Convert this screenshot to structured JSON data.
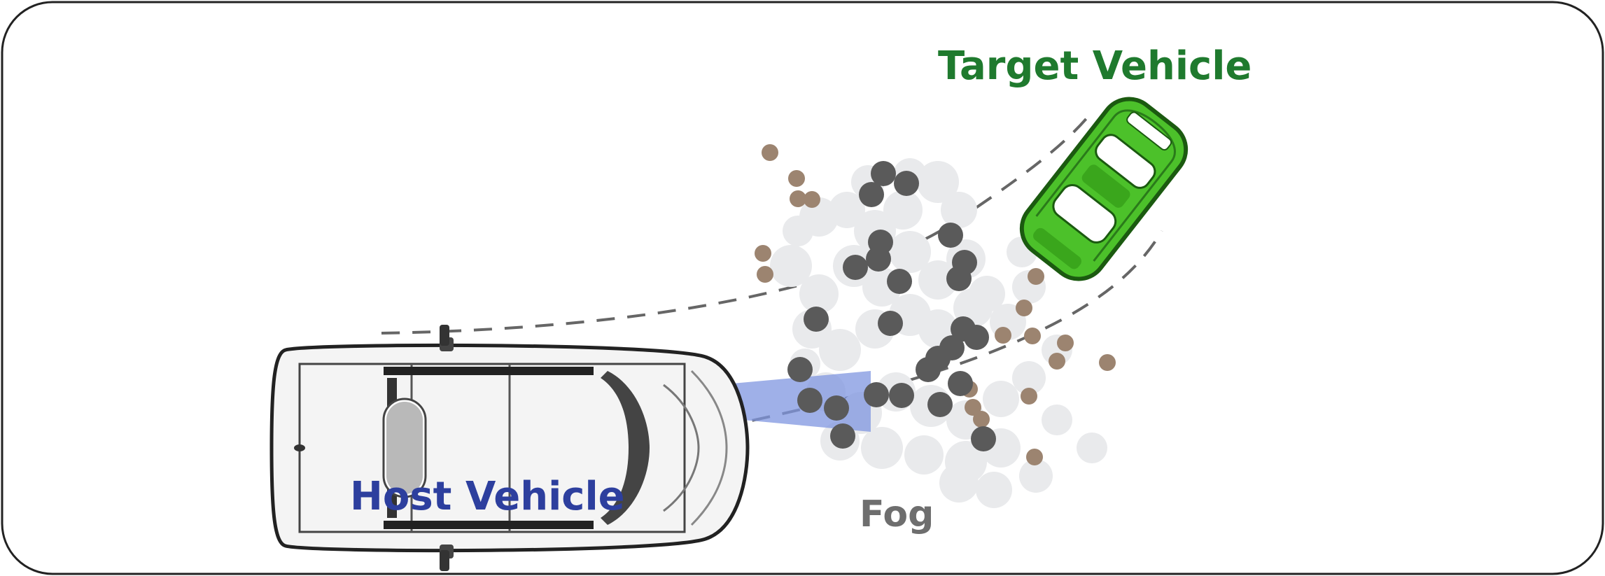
{
  "labels": {
    "target": "Target Vehicle",
    "host": "Host Vehicle",
    "fog": "Fog"
  },
  "colors": {
    "target_text": "#1f7a2e",
    "host_text": "#2d3f9e",
    "fog_text": "#6e6e6e",
    "target_car": "#4cc12a",
    "host_car": "#f4f4f4",
    "sensor_beam": "#7f95e0",
    "fog_light": "#e9eaec",
    "fog_dark": "#5a5a5a",
    "fog_brown": "#9c8470",
    "frame": "#222222"
  },
  "icons": [
    "host-vehicle-icon",
    "target-vehicle-icon",
    "sensor-beam",
    "fog-particles"
  ]
}
